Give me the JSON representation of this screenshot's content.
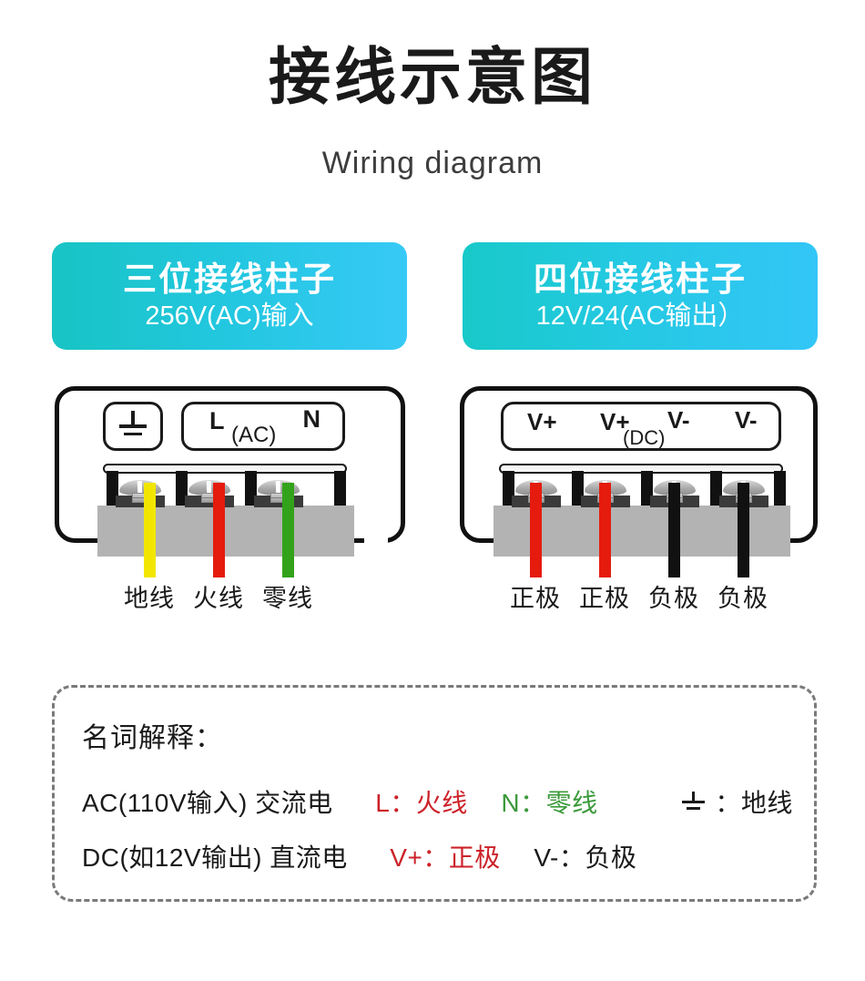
{
  "header": {
    "title": "接线示意图",
    "subtitle": "Wiring diagram"
  },
  "banners": [
    {
      "title": "三位接线柱子",
      "subtitle": "256V(AC)输入",
      "gradient_from": "#18c4c4",
      "gradient_to": "#37c9f6"
    },
    {
      "title": "四位接线柱子",
      "subtitle": "12V/24(AC输出）",
      "gradient_from": "#18c9c9",
      "gradient_to": "#33c6f7"
    }
  ],
  "left_block": {
    "ground_chip": "ground-symbol",
    "terminal_chip": {
      "left": "L",
      "center": "(AC)",
      "right": "N"
    },
    "terminals": [
      {
        "label": "地线",
        "wire_color": "#f2e600"
      },
      {
        "label": "火线",
        "wire_color": "#e51b0e"
      },
      {
        "label": "零线",
        "wire_color": "#33a21b"
      }
    ]
  },
  "right_block": {
    "terminal_chip": {
      "v1": "V+",
      "v2": "V+",
      "v3": "V-",
      "v4": "V-",
      "tag": "(DC)"
    },
    "terminals": [
      {
        "label": "正极",
        "wire_color": "#e51b0e"
      },
      {
        "label": "正极",
        "wire_color": "#e51b0e"
      },
      {
        "label": "负极",
        "wire_color": "#111111"
      },
      {
        "label": "负极",
        "wire_color": "#111111"
      }
    ]
  },
  "legend": {
    "title": "名词解释：",
    "row1": {
      "base": "AC(110V输入) 交流电",
      "item1": "L：火线",
      "item2": "N：零线",
      "item3_symbol": "ground-symbol",
      "item3": "：地线"
    },
    "row2": {
      "base": "DC(如12V输出) 直流电",
      "item1": "V+：正极",
      "item2": "V-：负极"
    }
  }
}
